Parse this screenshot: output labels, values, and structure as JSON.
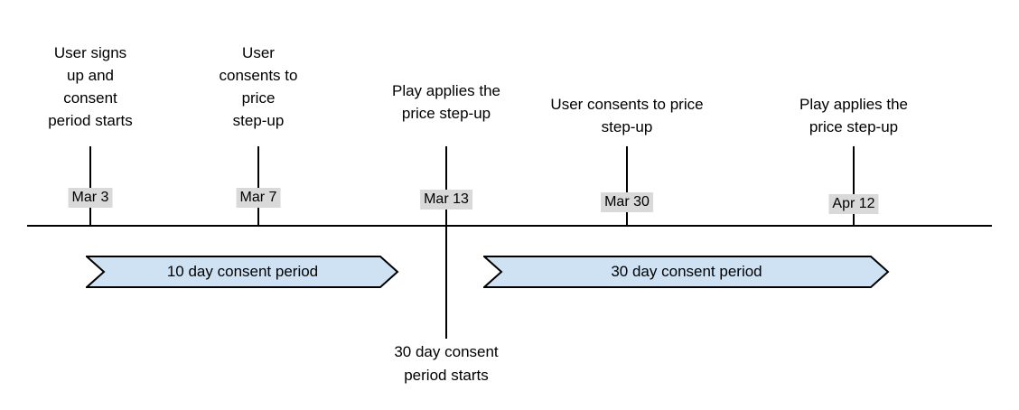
{
  "diagram": {
    "type": "timeline",
    "background": "#ffffff",
    "colors": {
      "axis": "#000000",
      "tick": "#000000",
      "text": "#000000",
      "date_badge_bg": "#d9d9d9",
      "period_fill": "#cfe2f3",
      "period_border": "#000000"
    },
    "events": [
      {
        "date": "Mar 3",
        "label": "User signs\nup and\nconsent\nperiod starts"
      },
      {
        "date": "Mar 7",
        "label": "User\nconsents to\nprice\nstep-up"
      },
      {
        "date": "Mar 13",
        "label": "Play applies the\nprice step-up",
        "note": "30 day consent\nperiod starts"
      },
      {
        "date": "Mar 30",
        "label": "User consents to price\nstep-up"
      },
      {
        "date": "Apr 12",
        "label": "Play applies the\nprice step-up"
      }
    ],
    "periods": [
      {
        "label": "10 day consent period"
      },
      {
        "label": "30 day consent period"
      }
    ]
  }
}
